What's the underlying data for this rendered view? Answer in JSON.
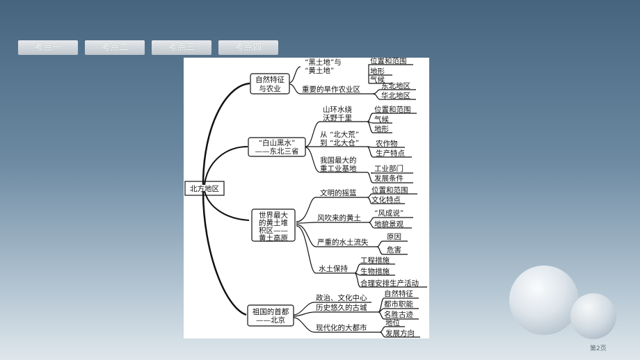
{
  "tabs": [
    "考点一",
    "考点二",
    "考点三",
    "考点四"
  ],
  "root": "北方地区",
  "branch1": {
    "title": [
      "自然特征",
      "与农业"
    ],
    "sub1": [
      "“黑土地”与",
      "“黄土地”"
    ],
    "sub1_leaves": [
      "位置和范围",
      "地形",
      "气候"
    ],
    "sub2": "重要的旱作农业区",
    "sub2_leaves": [
      "东北地区",
      "华北地区"
    ]
  },
  "branch2": {
    "title": [
      "“白山黑水”",
      "——东北三省"
    ],
    "sub1": [
      "山环水绕",
      "沃野千里"
    ],
    "sub1_leaves": [
      "位置和范围",
      "气候",
      "地形"
    ],
    "sub2": [
      "从 “北大荒”",
      "到 “北大仓”"
    ],
    "sub2_leaves": [
      "农作物",
      "生产特点"
    ],
    "sub3": [
      "我国最大的",
      "重工业基地"
    ],
    "sub3_leaves": [
      "工业部门",
      "发展条件"
    ]
  },
  "branch3": {
    "title": [
      "世界最大",
      "的黄土堆",
      "积区——",
      "黄土高原"
    ],
    "sub1": "文明的摇篮",
    "sub1_leaves": [
      "位置和范围",
      "文化特点"
    ],
    "sub2": "风吹来的黄土",
    "sub2_leaves": [
      "“风成说”",
      "地貌景观"
    ],
    "sub3": "严重的水土流失",
    "sub3_leaves": [
      "原因",
      "危害"
    ],
    "sub4": "水土保持",
    "sub4_leaves": [
      "工程措施",
      "生物措施",
      "合理安排生产活动"
    ]
  },
  "branch4": {
    "title": [
      "祖国的首都",
      "——北京"
    ],
    "sub1": "政治、文化中心",
    "sub2": "历史悠久的古城",
    "sub2_leaves": [
      "自然特征",
      "都市职能",
      "名胜古迹"
    ],
    "sub3": "现代化的大都市",
    "sub3_leaves": [
      "地位",
      "发展方向"
    ]
  },
  "page_number": "第2页"
}
